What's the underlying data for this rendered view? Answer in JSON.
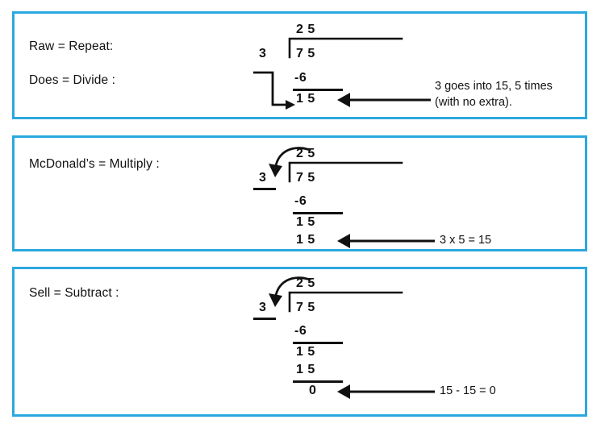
{
  "page": {
    "title": "Long Division Steps (Does McDonald's Sell Burgers) - Divide, Multiply, Subtract",
    "accent_color": "#2BA8DF",
    "ink_color": "#111111",
    "background": "#ffffff"
  },
  "panels": [
    {
      "id": "panel-1",
      "label": "Raw =  Repeat:",
      "label2": "Does  =  Divide :",
      "problem": {
        "divisor": "3",
        "dividend": "7 5",
        "quotient": "2 5",
        "subtrahend": "-6",
        "remainder_row": "1 5"
      },
      "note": "3 goes into 15, 5 times\n(with no extra).",
      "arrow": "left-arrow-to-remainder",
      "bringdown": "bring-down-arrow"
    },
    {
      "id": "panel-2",
      "label": "McDonald’s  =  Multiply :",
      "problem": {
        "divisor": "3",
        "dividend": "7 5",
        "quotient": "2 5",
        "subtrahend": "-6",
        "remainder_row": "1 5",
        "product_row": "1 5"
      },
      "note": "3 x 5 = 15",
      "arrow": "left-arrow-to-product",
      "curve": "curved-multiply-arrow"
    },
    {
      "id": "panel-3",
      "label": "Sell = Subtract :",
      "problem": {
        "divisor": "3",
        "dividend": "7 5",
        "quotient": "2 5",
        "subtrahend": "-6",
        "remainder_row": "1 5",
        "product_row": "1 5",
        "result": "0"
      },
      "note": "15 - 15 = 0",
      "arrow": "left-arrow-to-result",
      "curve": "curved-multiply-arrow"
    }
  ],
  "chart_data": {
    "type": "table",
    "title": "Long division mnemonic: Does McDonald's Sell — Divide, Multiply, Subtract",
    "categories": [
      "Divide",
      "Multiply",
      "Subtract"
    ],
    "mnemonic": [
      "Raw = Repeat / Does = Divide",
      "McDonald’s = Multiply",
      "Sell = Subtract"
    ],
    "problem": "75 ÷ 3 = 25",
    "steps": [
      {
        "step": "Divide",
        "detail": "3 goes into 15, 5 times (with no extra).",
        "values": {
          "divisor": 3,
          "dividend": 75,
          "quotient": 25,
          "partial": -6,
          "bring_down": 15
        }
      },
      {
        "step": "Multiply",
        "detail": "3 x 5 = 15",
        "values": {
          "multiplier": 3,
          "multiplicand": 5,
          "product": 15
        }
      },
      {
        "step": "Subtract",
        "detail": "15 - 15 = 0",
        "values": {
          "minuend": 15,
          "subtrahend": 15,
          "difference": 0
        }
      }
    ]
  }
}
